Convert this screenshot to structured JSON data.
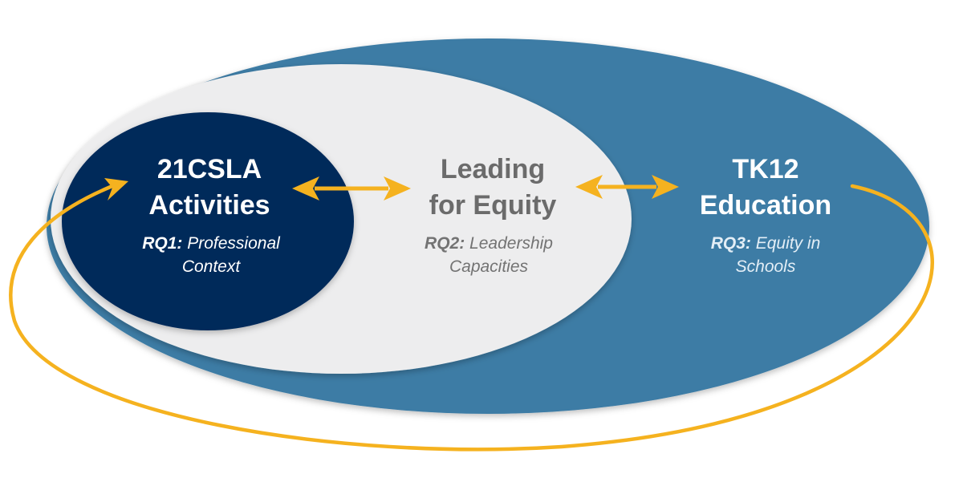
{
  "colors": {
    "outer": "#3d7ca5",
    "middle": "#ededee",
    "inner": "#04295a",
    "arrow": "#f5b21f",
    "inner_text": "#ffffff",
    "middle_title": "#6b6b6b",
    "middle_sub": "#737373",
    "outer_text": "#ffffff",
    "outer_sub": "#e3eef6"
  },
  "circles": {
    "inner": {
      "title_line1": "21CSLA",
      "title_line2": "Activities",
      "rq_label": "RQ1:",
      "rq_text_line1": " Professional",
      "rq_text_line2": "Context"
    },
    "middle": {
      "title_line1": "Leading",
      "title_line2": "for Equity",
      "rq_label": "RQ2:",
      "rq_text_line1": " Leadership",
      "rq_text_line2": "Capacities"
    },
    "outer": {
      "title_line1": "TK12",
      "title_line2": "Education",
      "rq_label": "RQ3:",
      "rq_text_line1": " Equity in",
      "rq_text_line2": "Schools"
    }
  }
}
